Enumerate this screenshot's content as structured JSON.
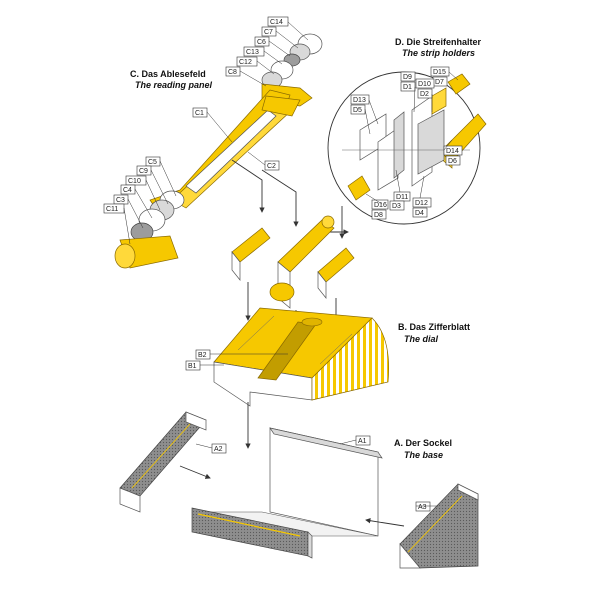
{
  "sections": {
    "base": {
      "title": "A. Der Sockel",
      "subtitle": "The base"
    },
    "dial": {
      "title": "B. Das Zifferblatt",
      "subtitle": "The dial"
    },
    "reading_panel": {
      "title": "C. Das Ablesefeld",
      "subtitle": "The reading panel"
    },
    "strip_holders": {
      "title": "D. Die Streifenhalter",
      "subtitle": "The strip holders"
    }
  },
  "labels": {
    "C14": "C14",
    "C7": "C7",
    "C6": "C6",
    "C13": "C13",
    "C12": "C12",
    "C8": "C8",
    "C1": "C1",
    "C2": "C2",
    "C5": "C5",
    "C9": "C9",
    "C10": "C10",
    "C4": "C4",
    "C3": "C3",
    "C11": "C11",
    "D15": "D15",
    "D9": "D9",
    "D7": "D7",
    "D1": "D1",
    "D10": "D10",
    "D2": "D2",
    "D13": "D13",
    "D5": "D5",
    "D14": "D14",
    "D6": "D6",
    "D11": "D11",
    "D3": "D3",
    "D16": "D16",
    "D8": "D8",
    "D12": "D12",
    "D4": "D4",
    "B2": "B2",
    "B1": "B1",
    "A1": "A1",
    "A2": "A2",
    "A3": "A3"
  },
  "colors": {
    "part_yellow": "#f6c800",
    "part_white": "#ffffff",
    "part_grey": "#d9d9d9",
    "outline": "#333333"
  }
}
